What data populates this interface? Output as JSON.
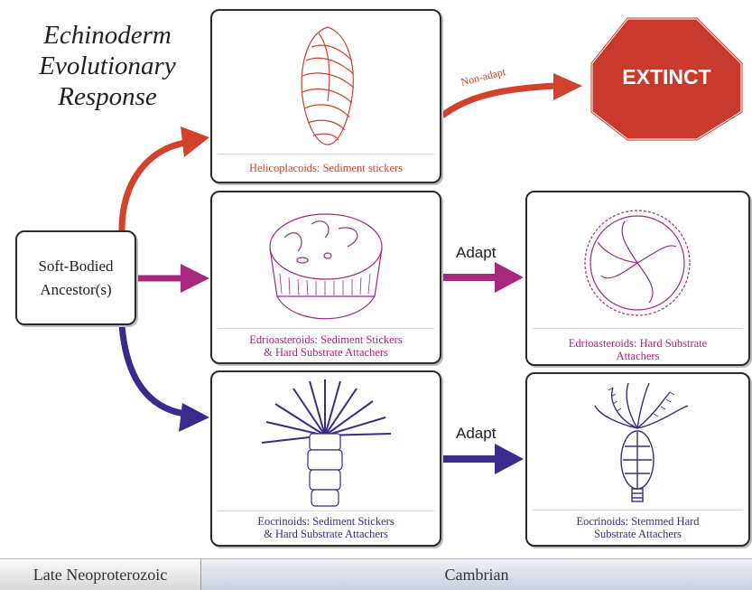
{
  "title_lines": [
    "Echinoderm",
    "Evolutionary",
    "Response"
  ],
  "ancestor_lines": [
    "Soft-Bodied",
    "Ancestor(s)"
  ],
  "labels": {
    "non_adapt": "Non-adapt",
    "extinct": "EXTINCT",
    "adapt_1": "Adapt",
    "adapt_2": "Adapt"
  },
  "captions": {
    "helicoplacoids": "Helicoplacoids: Sediment stickers",
    "edrio_left_1": "Edrioasteroids: Sediment Stickers",
    "edrio_left_2": "& Hard Substrate Attachers",
    "edrio_right_1": "Edrioasteroids: Hard Substrate",
    "edrio_right_2": "Attachers",
    "eocrinoid_left_1": "Eocrinoids: Sediment Stickers",
    "eocrinoid_left_2": "& Hard Substrate Attachers",
    "eocrinoid_right_1": "Eocrinoids: Stemmed Hard",
    "eocrinoid_right_2": "Substrate Attachers"
  },
  "timeline": [
    "Late Neoproterozoic",
    "Cambrian"
  ],
  "colors": {
    "orange": "#d2412a",
    "magenta": "#a8287e",
    "purple": "#3b2a8c",
    "stop": "#c93a2c"
  }
}
